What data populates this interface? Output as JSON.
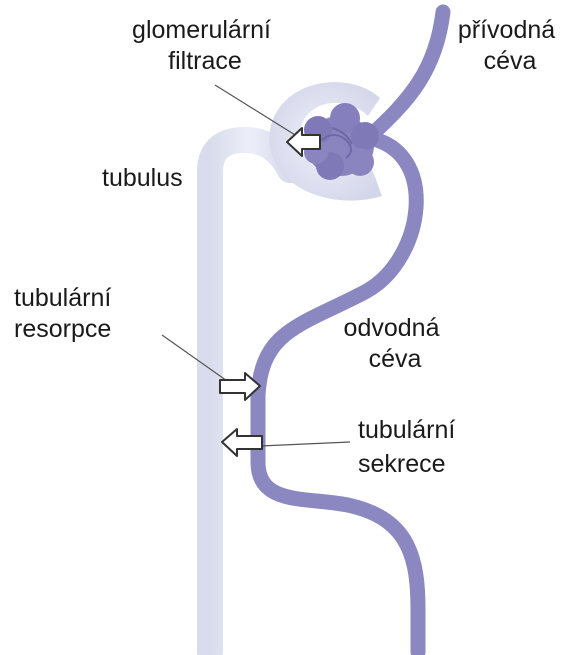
{
  "labels": {
    "glomerular_filtration": [
      "glomerulární",
      "filtrace"
    ],
    "afferent_vessel": [
      "přívodná",
      "céva"
    ],
    "tubulus": "tubulus",
    "tubular_resorption": [
      "tubulární",
      "resorpce"
    ],
    "efferent_vessel": [
      "odvodná",
      "céva"
    ],
    "tubular_secretion": [
      "tubulární",
      "sekrece"
    ]
  },
  "colors": {
    "tubule": "#e1e4f1",
    "vessel": "#8b88c1",
    "glomerulus": "#8a84bf",
    "arrow_fill": "#ffffff",
    "arrow_stroke": "#333333",
    "leader_line": "#555555",
    "text": "#1a1a1a"
  }
}
